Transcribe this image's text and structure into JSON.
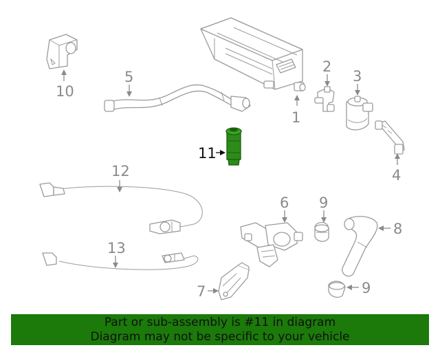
{
  "diagram": {
    "labels": {
      "p1": "1",
      "p2": "2",
      "p3": "3",
      "p4": "4",
      "p5": "5",
      "p6": "6",
      "p7": "7",
      "p8": "8",
      "p9a": "9",
      "p9b": "9",
      "p10": "10",
      "p11": "11",
      "p12": "12",
      "p13": "13"
    },
    "highlight_color": "#2e8b1a",
    "outline_color": "#9a9a9a"
  },
  "banner": {
    "line1": "Part or sub-assembly is #11 in diagram",
    "line2": "Diagram may not be specific to your vehicle",
    "background": "#1b7a0a"
  }
}
